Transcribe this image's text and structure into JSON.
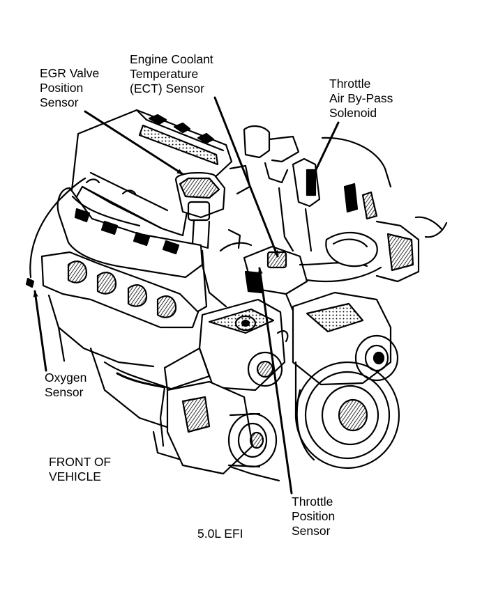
{
  "labels": {
    "egr": [
      "EGR Valve",
      "Position",
      "Sensor"
    ],
    "ect": [
      "Engine Coolant",
      "Temperature",
      "(ECT) Sensor"
    ],
    "throttle_air_bypass": [
      "Throttle",
      "Air By-Pass",
      "Solenoid"
    ],
    "oxygen": [
      "Oxygen",
      "Sensor"
    ],
    "front": [
      "FRONT OF",
      "VEHICLE"
    ],
    "tps": [
      "Throttle",
      "Position",
      "Sensor"
    ]
  },
  "caption": "5.0L EFI",
  "colors": {
    "ink": "#000000",
    "paper": "#ffffff"
  }
}
